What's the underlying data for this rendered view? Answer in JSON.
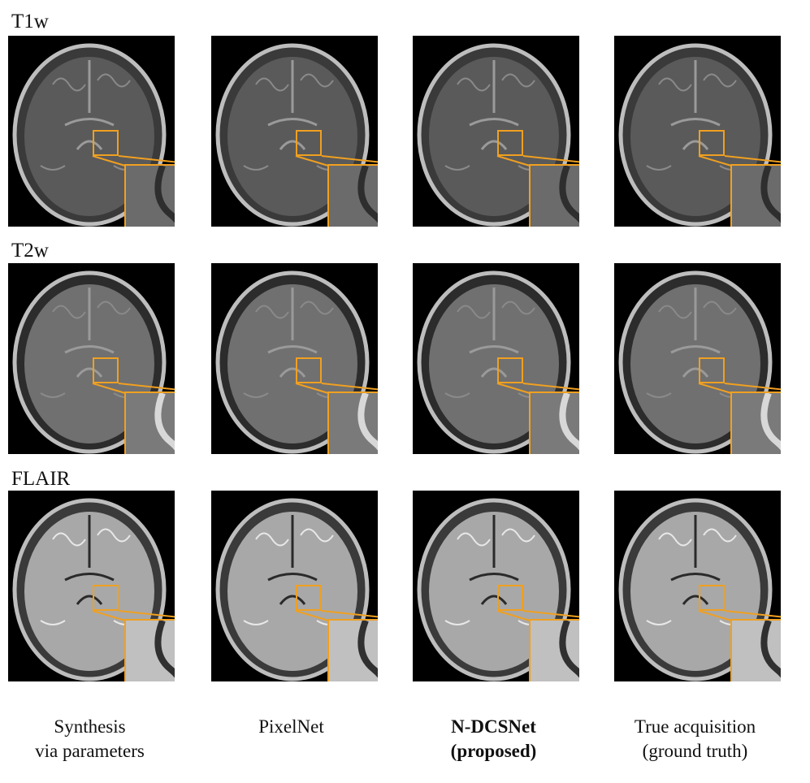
{
  "rows": [
    {
      "label": "T1w",
      "contrast": "t1",
      "bg": "#3a3a3a",
      "brain": "#5a5a5a",
      "inset": "#6b6b6b"
    },
    {
      "label": "T2w",
      "contrast": "t2",
      "bg": "#2c2c2c",
      "brain": "#707070",
      "inset": "#7a7a7a"
    },
    {
      "label": "FLAIR",
      "contrast": "flair",
      "bg": "#3a3a3a",
      "brain": "#a8a8a8",
      "inset": "#c0c0c0"
    }
  ],
  "columns": [
    {
      "caption_line1": "Synthesis",
      "caption_line2": "via parameters",
      "bold": false
    },
    {
      "caption_line1": "PixelNet",
      "caption_line2": "",
      "bold": false
    },
    {
      "caption_line1": "N-DCSNet",
      "caption_line2": "(proposed)",
      "bold": true
    },
    {
      "caption_line1": "True acquisition",
      "caption_line2": "(ground truth)",
      "bold": false
    }
  ],
  "colors": {
    "highlight": "#f0a020",
    "background": "#000000"
  }
}
